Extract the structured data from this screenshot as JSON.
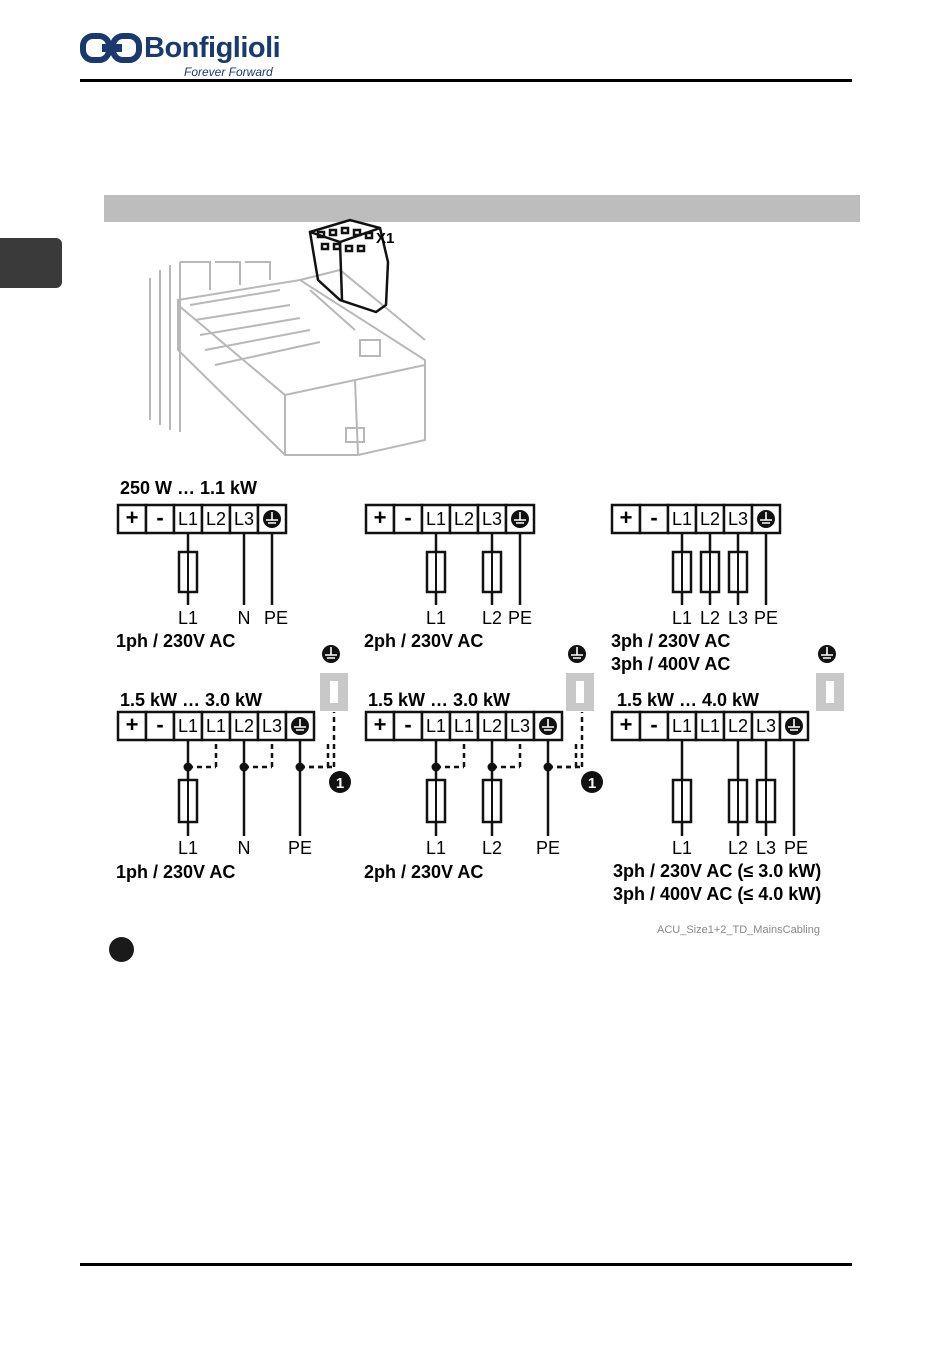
{
  "header": {
    "brand": "Bonfiglioli",
    "tagline": "Forever Forward"
  },
  "device": {
    "connector_label": "X1"
  },
  "terminals": {
    "plus": "+",
    "minus": "-",
    "l1": "L1",
    "l2": "L2",
    "l3": "L3"
  },
  "wire_labels": {
    "l1": "L1",
    "l2": "L2",
    "l3": "L3",
    "n": "N",
    "pe": "PE"
  },
  "diagrams": {
    "d1": {
      "power": "250 W … 1.1 kW",
      "supply": [
        "1ph / 230V AC"
      ]
    },
    "d2": {
      "supply": [
        "2ph / 230V AC"
      ]
    },
    "d3": {
      "supply": [
        "3ph / 230V AC",
        "3ph / 400V AC"
      ]
    },
    "d4": {
      "power": "1.5 kW … 3.0 kW",
      "supply": [
        "1ph / 230V AC"
      ]
    },
    "d5": {
      "power": "1.5 kW … 3.0 kW",
      "supply": [
        "2ph / 230V AC"
      ]
    },
    "d6": {
      "power": "1.5 kW … 4.0 kW",
      "supply": [
        "3ph / 230V AC (≤ 3.0 kW)",
        "3ph / 400V AC (≤ 4.0 kW)"
      ]
    }
  },
  "callout_number": "1",
  "figure_id": "ACU_Size1+2_TD_MainsCabling"
}
